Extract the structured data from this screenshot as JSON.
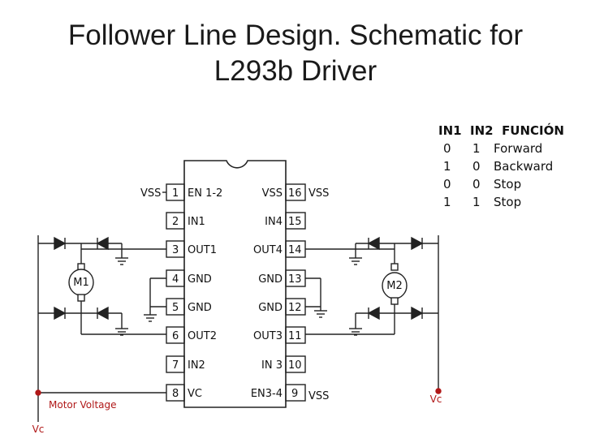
{
  "title": {
    "line1": "Follower Line Design. Schematic for",
    "line2": "L293b Driver"
  },
  "truth_table": {
    "headers": [
      "IN1",
      "IN2",
      "FUNCIÓN"
    ],
    "rows": [
      [
        "0",
        "1",
        "Forward"
      ],
      [
        "1",
        "0",
        "Backward"
      ],
      [
        "0",
        "0",
        "Stop"
      ],
      [
        "1",
        "1",
        "Stop"
      ]
    ]
  },
  "chip": {
    "left_pins": [
      {
        "num": "1",
        "name": "EN 1-2",
        "ext": "VSS"
      },
      {
        "num": "2",
        "name": "IN1",
        "ext": ""
      },
      {
        "num": "3",
        "name": "OUT1",
        "ext": ""
      },
      {
        "num": "4",
        "name": "GND",
        "ext": ""
      },
      {
        "num": "5",
        "name": "GND",
        "ext": ""
      },
      {
        "num": "6",
        "name": "OUT2",
        "ext": ""
      },
      {
        "num": "7",
        "name": "IN2",
        "ext": ""
      },
      {
        "num": "8",
        "name": "VC",
        "ext": ""
      }
    ],
    "right_pins": [
      {
        "num": "16",
        "name": "VSS",
        "ext": "VSS"
      },
      {
        "num": "15",
        "name": "IN4",
        "ext": ""
      },
      {
        "num": "14",
        "name": "OUT4",
        "ext": ""
      },
      {
        "num": "13",
        "name": "GND",
        "ext": ""
      },
      {
        "num": "12",
        "name": "GND",
        "ext": ""
      },
      {
        "num": "11",
        "name": "OUT3",
        "ext": ""
      },
      {
        "num": "10",
        "name": "IN 3",
        "ext": ""
      },
      {
        "num": "9",
        "name": "EN3-4",
        "ext": "VSS"
      }
    ]
  },
  "motors": {
    "m1": "M1",
    "m2": "M2"
  },
  "supply": {
    "motor_voltage": "Motor Voltage",
    "vc_left": "Vc",
    "vc_right": "Vc"
  },
  "colors": {
    "wire": "#222222",
    "accent": "#b01818"
  }
}
